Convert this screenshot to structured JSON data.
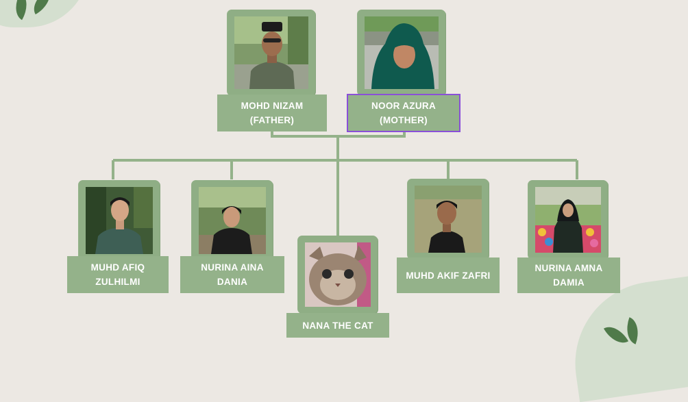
{
  "colors": {
    "background": "#ece8e3",
    "frame": "#8fae85",
    "label": "#94b28a",
    "line": "#94b28a",
    "selection": "#8a4fd8"
  },
  "parents": [
    {
      "line1": "MOHD NIZAM",
      "line2": "(FATHER)"
    },
    {
      "line1": "NOOR AZURA",
      "line2": "(MOTHER)"
    }
  ],
  "children": [
    {
      "line1": "MUHD AFIQ",
      "line2": "ZULHILMI"
    },
    {
      "line1": "NURINA AINA",
      "line2": "DANIA"
    },
    {
      "line1": "NANA THE CAT",
      "line2": ""
    },
    {
      "line1": "MUHD AKIF ZAFRI",
      "line2": ""
    },
    {
      "line1": "NURINA AMNA",
      "line2": "DAMIA"
    }
  ]
}
